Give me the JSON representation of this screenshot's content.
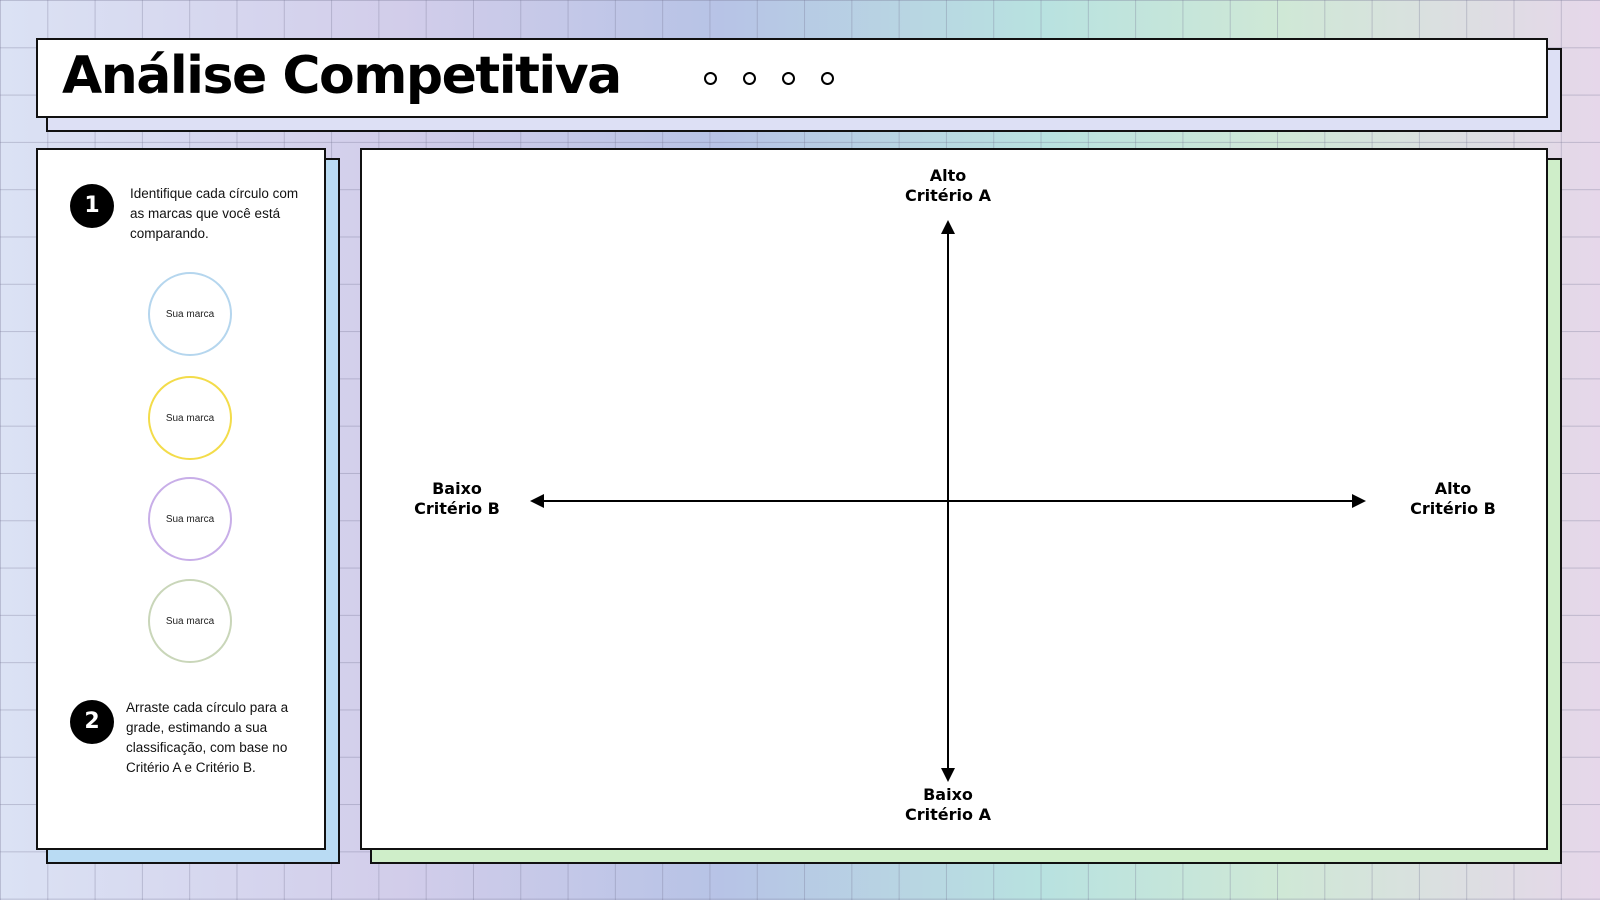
{
  "title": "Análise Competitiva",
  "steps": [
    {
      "number": "1",
      "text": "Identifique cada círculo com as marcas que você está comparando."
    },
    {
      "number": "2",
      "text": "Arraste cada círculo para a grade, estimando a sua classificação, com base no Critério A e Critério B."
    }
  ],
  "brands": [
    {
      "label": "Sua marca",
      "color": "#b5d6ee"
    },
    {
      "label": "Sua marca",
      "color": "#f3dc4a"
    },
    {
      "label": "Sua marca",
      "color": "#c8aee8"
    },
    {
      "label": "Sua marca",
      "color": "#c9d6b9"
    }
  ],
  "axes": {
    "top": [
      "Alto",
      "Critério A"
    ],
    "bottom": [
      "Baixo",
      "Critério A"
    ],
    "left": [
      "Baixo",
      "Critério B"
    ],
    "right": [
      "Alto",
      "Critério B"
    ]
  }
}
